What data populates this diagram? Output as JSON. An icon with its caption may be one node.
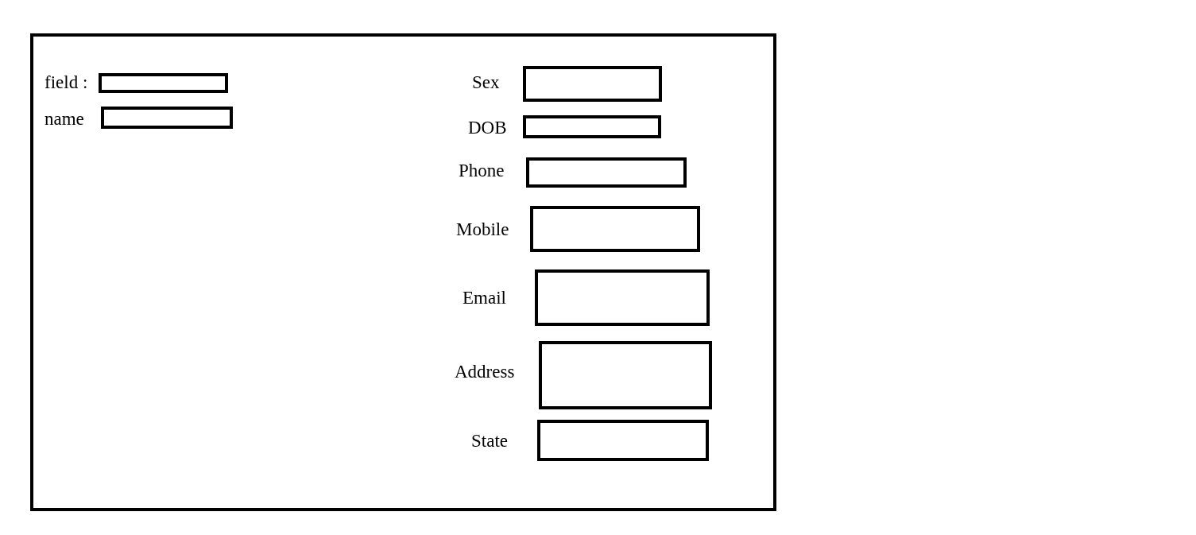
{
  "diagram": {
    "nodes": [
      {
        "text": [],
        "shape": "box"
      },
      {
        "text": [],
        "shape": "box",
        "beside": [
          "field :"
        ],
        "in": 0
      },
      {
        "text": [],
        "shape": "box",
        "beside": [
          "name"
        ],
        "in": 0
      },
      {
        "text": [],
        "shape": "box",
        "beside": [
          "Sex"
        ],
        "in": 0
      },
      {
        "text": [],
        "shape": "box",
        "beside": [
          "DOB"
        ],
        "in": 0
      },
      {
        "text": [],
        "shape": "box",
        "beside": [
          "Phone"
        ],
        "in": 0
      },
      {
        "text": [],
        "shape": "box",
        "beside": [
          "Mobile"
        ],
        "in": 0
      },
      {
        "text": [],
        "shape": "box",
        "beside": [
          "Email"
        ],
        "in": 0
      },
      {
        "text": [],
        "shape": "box",
        "beside": [
          "Address"
        ],
        "in": 0
      },
      {
        "text": [],
        "shape": "box",
        "beside": [
          "State"
        ],
        "in": 0
      }
    ]
  }
}
